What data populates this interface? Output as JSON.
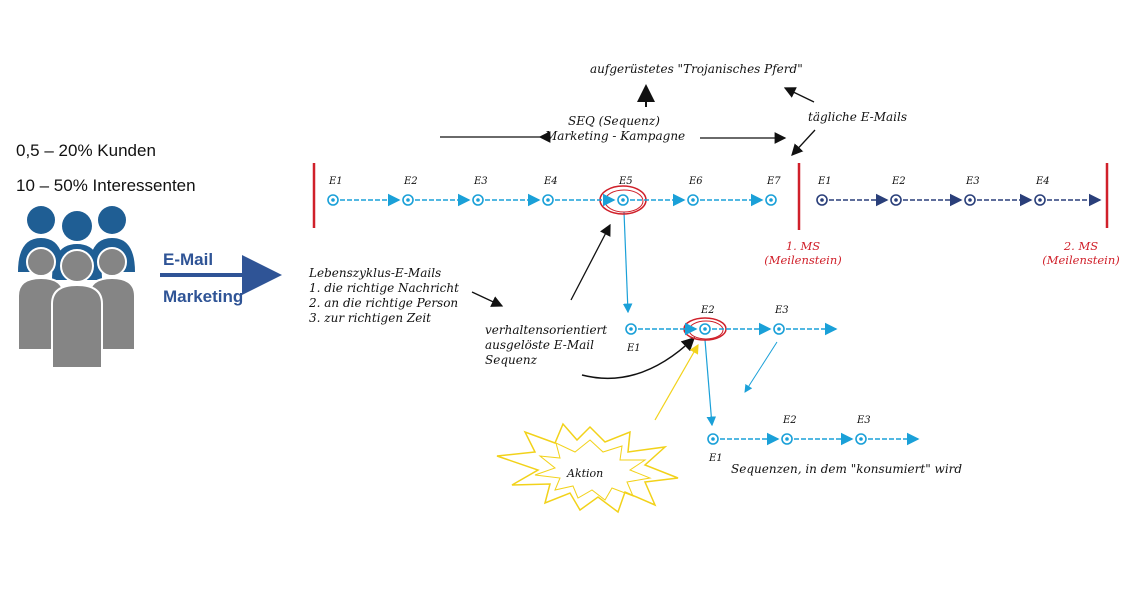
{
  "stats": {
    "customers": "0,5 – 20% Kunden",
    "prospects": "10  – 50% Interessenten"
  },
  "email_marketing": {
    "line1": "E-Mail",
    "line2": "Marketing"
  },
  "top": {
    "trojan": "aufgerüstetes \"Trojanisches Pferd\"",
    "seq_line1": "SEQ (Sequenz)",
    "seq_line2": "Marketing - Kampagne",
    "daily": "tägliche E-Mails"
  },
  "lifecycle": {
    "title": "Lebenszyklus-E-Mails",
    "items": [
      "1. die richtige Nachricht",
      "2. an die richtige Person",
      "3. zur richtigen Zeit"
    ]
  },
  "behavior": {
    "lines": [
      "verhaltensorientiert",
      "ausgelöste E-Mail",
      "Sequenz"
    ]
  },
  "milestones": [
    {
      "line1": "1. MS",
      "line2": "(Meilenstein)"
    },
    {
      "line1": "2. MS",
      "line2": "(Meilenstein)"
    }
  ],
  "action": "Aktion",
  "consumed": "Sequenzen, in dem \"konsumiert\" wird",
  "main_row": [
    "E1",
    "E2",
    "E3",
    "E4",
    "E5",
    "E6",
    "E7"
  ],
  "ms_row": [
    "E1",
    "E2",
    "E3",
    "E4"
  ],
  "sub_row1": [
    "E1",
    "E2",
    "E3"
  ],
  "sub_row2": [
    "E1",
    "E2",
    "E3"
  ],
  "colors": {
    "cyan": "#1aa0d8",
    "navy": "#2a3f7a",
    "red": "#d0202a",
    "yellow": "#f2d21a",
    "brand": "#2f5496",
    "people_blue": "#1f5e94",
    "people_gray": "#858585"
  }
}
